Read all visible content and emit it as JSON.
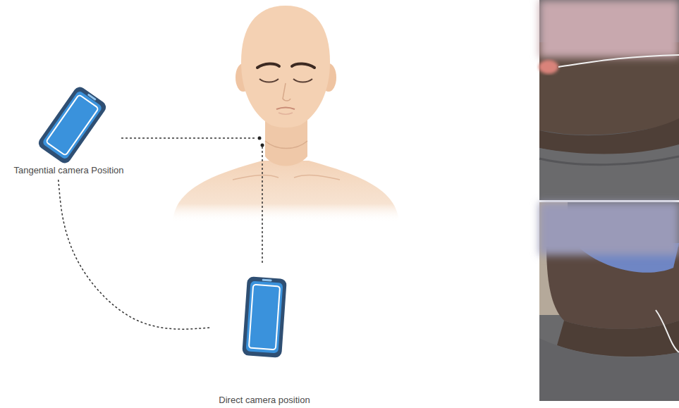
{
  "diagram": {
    "nodes": [
      {
        "text": [
          "Tangential camera Position"
        ]
      },
      {
        "text": [
          "Direct camera position"
        ]
      }
    ],
    "edges": [
      {
        "from": 0,
        "to": 1,
        "arrow": "none"
      }
    ]
  }
}
